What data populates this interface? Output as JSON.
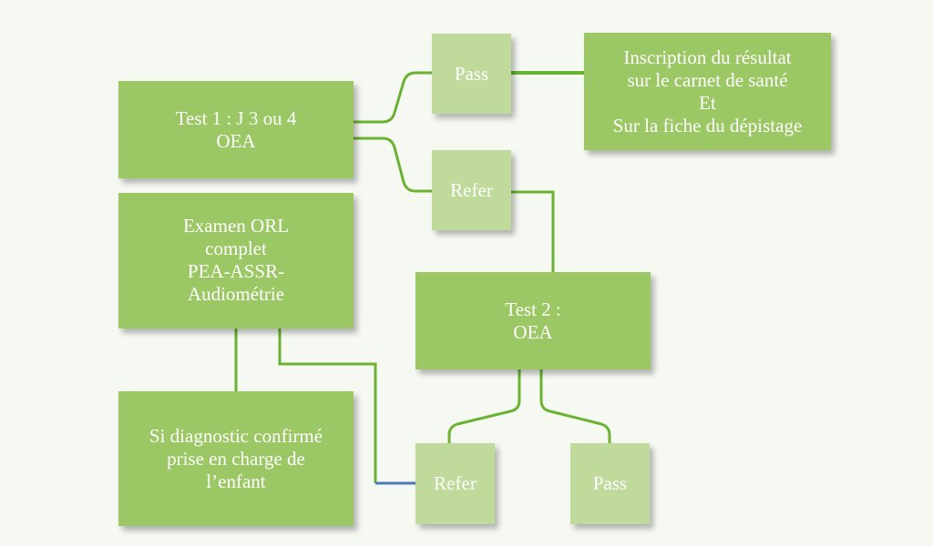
{
  "colors": {
    "dark_box": "#9bc764",
    "light_box": "#c0da9c",
    "connector": "#6ab232",
    "connector_alt": "#4a7ab0",
    "background": "#f6f8f2"
  },
  "nodes": {
    "test1": [
      "Test 1 : J 3 ou 4",
      "OEA"
    ],
    "pass1": "Pass",
    "refer1": "Refer",
    "inscription": [
      "Inscription du résultat",
      "sur le carnet de santé",
      "Et",
      "Sur la fiche du dépistage"
    ],
    "examen": [
      "Examen ORL",
      "complet",
      "PEA-ASSR-",
      "Audiométrie"
    ],
    "test2": [
      "Test 2 :",
      "OEA"
    ],
    "diagnostic": [
      "Si diagnostic confirmé",
      "prise en charge de",
      "l’enfant"
    ],
    "refer2": "Refer",
    "pass2": "Pass"
  }
}
